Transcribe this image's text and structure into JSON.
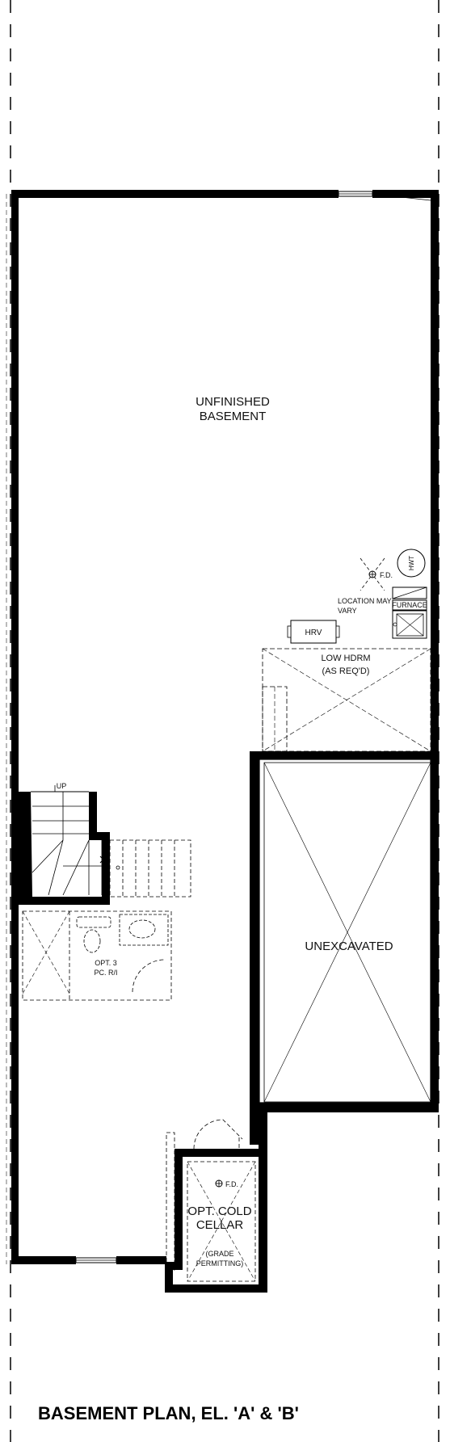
{
  "plan": {
    "title": "BASEMENT PLAN, EL. 'A' & 'B'",
    "rooms": {
      "unfinished_line1": "UNFINISHED",
      "unfinished_line2": "BASEMENT",
      "unexcavated": "UNEXCAVATED",
      "low_hdrm_line1": "LOW HDRM",
      "low_hdrm_line2": "(AS REQ'D)",
      "cold_cellar_line1": "OPT. COLD",
      "cold_cellar_line2": "CELLAR",
      "grade_line1": "(GRADE",
      "grade_line2": "PERMITTING)",
      "opt_bath_line1": "OPT. 3",
      "opt_bath_line2": "PC. R/I"
    },
    "fixtures": {
      "hwt": "HWT",
      "furnace": "FURNACE",
      "hrv": "HRV",
      "floor_drain_main": "F.D.",
      "floor_drain_cellar": "F.D.",
      "location_line1": "LOCATION MAY",
      "location_line2": "VARY",
      "stair_up": "UP"
    }
  }
}
